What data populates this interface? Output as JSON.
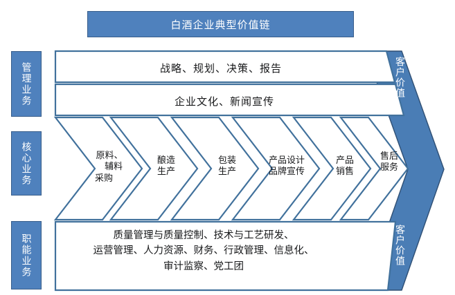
{
  "title": {
    "text": "白酒企业典型价值链"
  },
  "colors": {
    "brand_fill": "#4f81bd",
    "brand_border": "#385d8a",
    "arrow_fill": "#4a7db5",
    "arrow_border": "#2f4f74",
    "outline": "#41719c",
    "text": "#17181a",
    "background": "#ffffff"
  },
  "sidebar": {
    "items": [
      {
        "label": "管理业务",
        "name": "management-business"
      },
      {
        "label": "核心业务",
        "name": "core-business"
      },
      {
        "label": "职能业务",
        "name": "functional-business"
      }
    ]
  },
  "management_rows": [
    {
      "label": "战略、规划、决策、报告"
    },
    {
      "label": "企业文化、新闻宣传"
    }
  ],
  "core_chevrons": [
    {
      "label": "原料、\n辅料\n采购",
      "lines": [
        "原料、",
        "辅料",
        "采购"
      ]
    },
    {
      "label": "酿造\n生产",
      "lines": [
        "酿造",
        "生产"
      ]
    },
    {
      "label": "包装\n生产",
      "lines": [
        "包装",
        "生产"
      ]
    },
    {
      "label": "产品设计\n品牌宣传",
      "lines": [
        "产品设计",
        "品牌宣传"
      ]
    },
    {
      "label": "产品\n销售",
      "lines": [
        "产品",
        "销售"
      ]
    },
    {
      "label": "售后\n服务",
      "lines": [
        "售后",
        "服务"
      ]
    }
  ],
  "functional_block": {
    "lines": [
      "质量管理与质量控制、技术与工艺研发、",
      "运营管理、人力资源、财务、行政管理、信息化、",
      "审计监察、党工团"
    ]
  },
  "customer_value": {
    "top_label": "客户价值",
    "bottom_label": "客户价值"
  }
}
